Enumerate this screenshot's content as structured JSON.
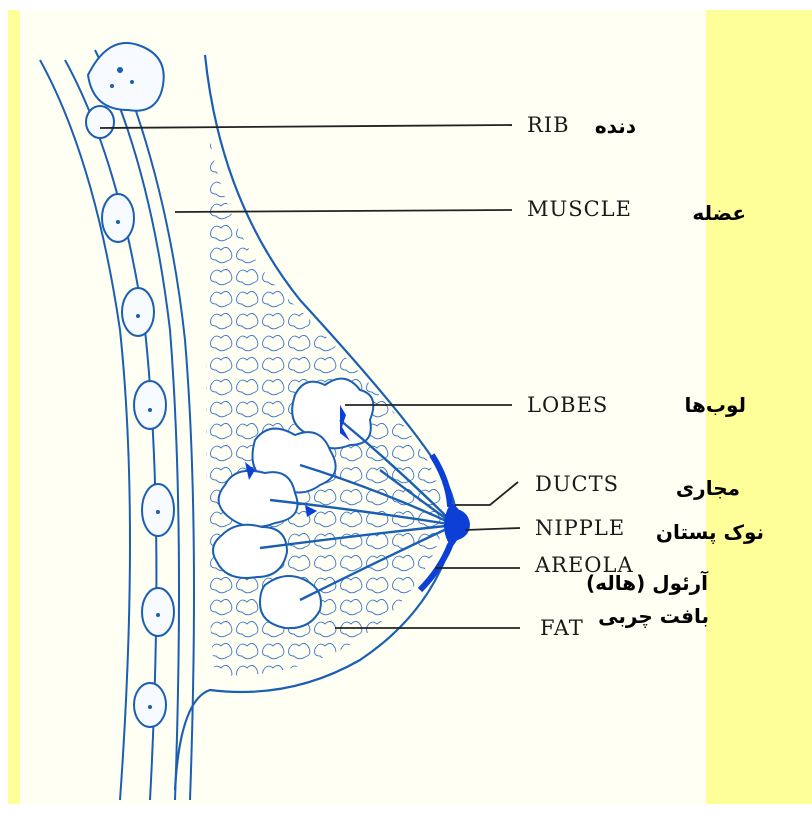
{
  "colors": {
    "background": "#ffffff",
    "panel": "#fffff4",
    "side_strip": "#ffff99",
    "line_art": "#1a5fb4",
    "accent_blue": "#0b3fd6",
    "leader_line": "#222222"
  },
  "labels": {
    "rib": {
      "en": "RIB",
      "fa": "دنده"
    },
    "muscle": {
      "en": "MUSCLE",
      "fa": "عضله"
    },
    "lobes": {
      "en": "LOBES",
      "fa": "لوب‌ها"
    },
    "ducts": {
      "en": "DUCTS",
      "fa": "مجاری"
    },
    "nipple": {
      "en": "NIPPLE",
      "fa": "نوک پستان"
    },
    "areola": {
      "en": "AREOLA",
      "fa": "آرئول (هاله)"
    },
    "fat": {
      "en": "FAT",
      "fa": "بافت چربی"
    }
  }
}
